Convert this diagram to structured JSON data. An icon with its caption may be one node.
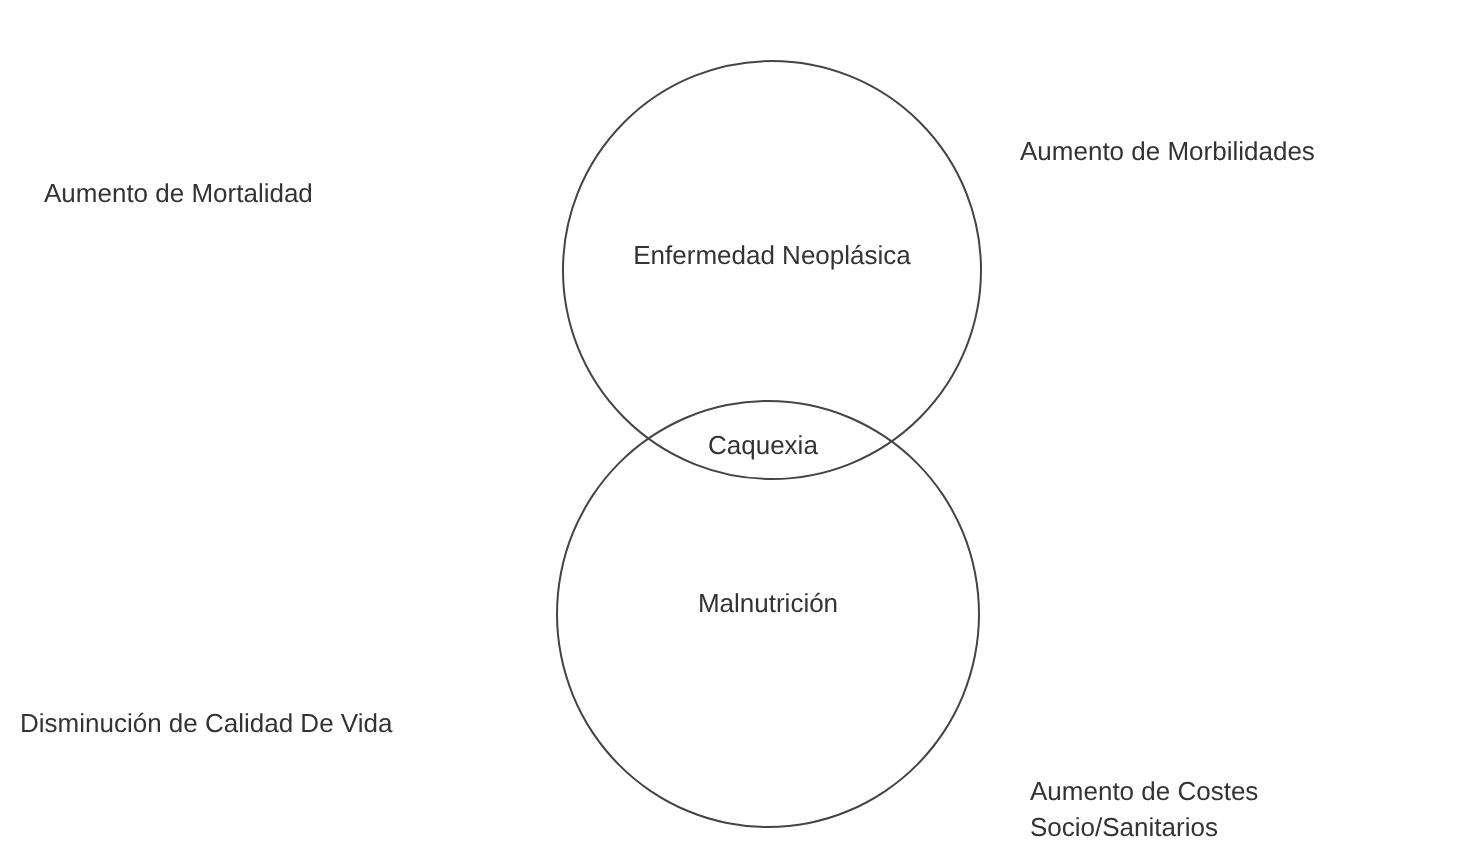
{
  "diagram": {
    "nodes": [
      {
        "text": [
          "Enfermedad Neoplásica"
        ]
      },
      {
        "text": [
          "Malnutrición"
        ]
      }
    ],
    "labels": [
      "Aumento de Mortalidad",
      "Aumento de Morbilidades",
      "Caquexia",
      "Disminución de Calidad De Vida",
      "Aumento de Costes Socio/Sanitarios"
    ]
  }
}
